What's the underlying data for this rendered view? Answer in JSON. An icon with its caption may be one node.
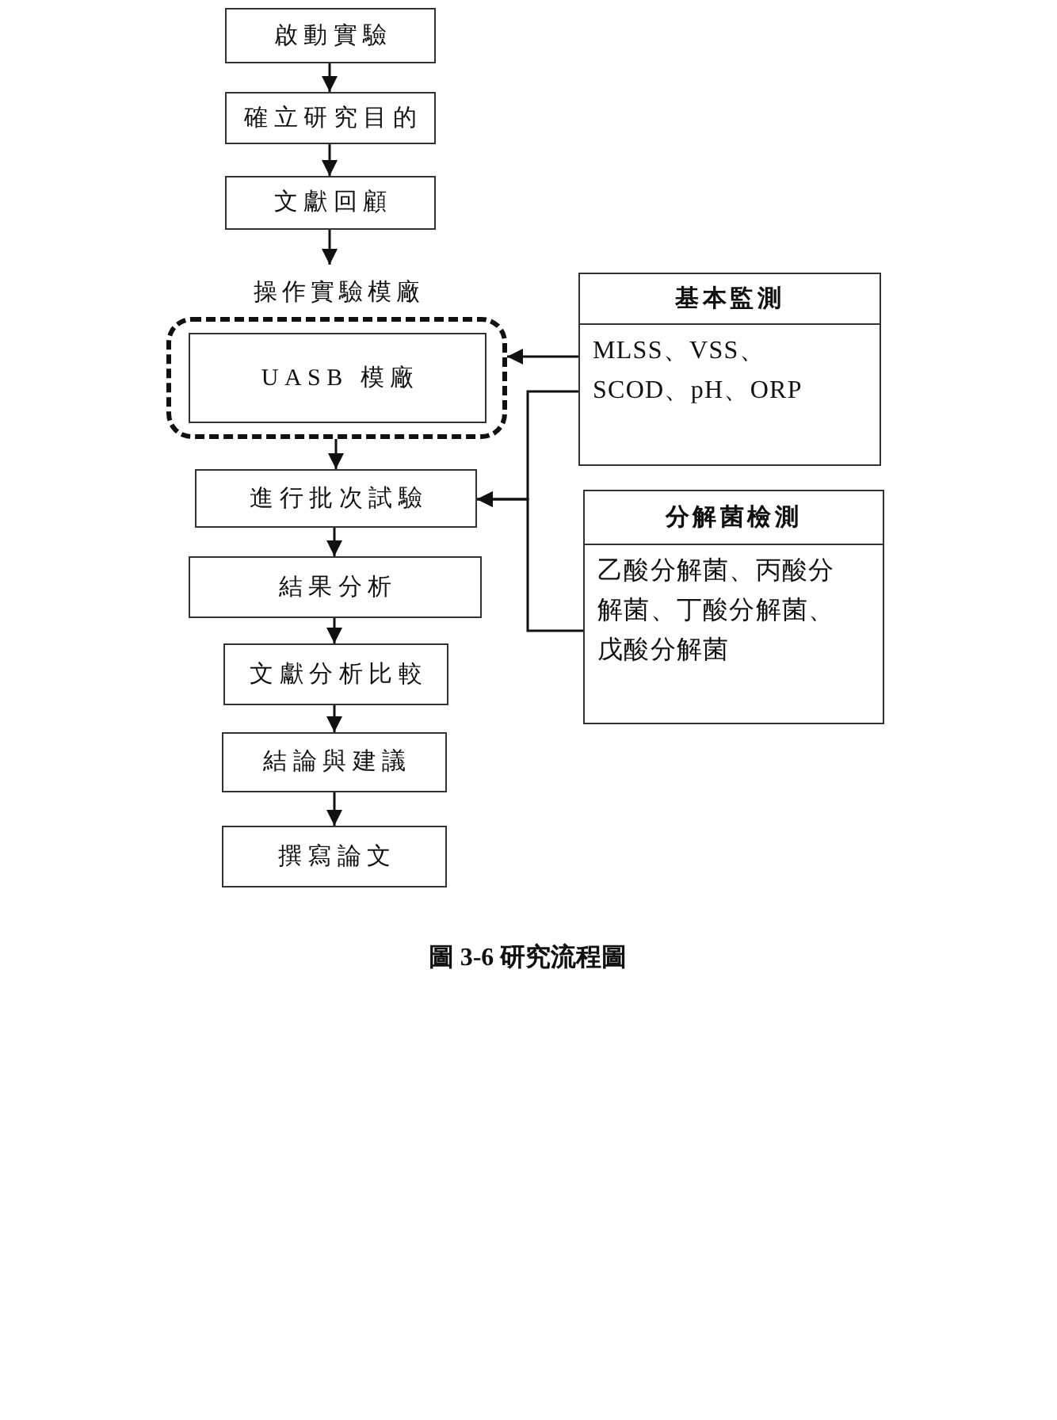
{
  "diagram": {
    "caption": "圖 3-6 研究流程圖",
    "nodes": [
      {
        "text": [
          "啟動實驗"
        ]
      },
      {
        "text": [
          "確立研究目的"
        ]
      },
      {
        "text": [
          "文獻回顧"
        ]
      },
      {
        "text": [
          "操作實驗模廠"
        ]
      },
      {
        "text": [
          "UASB 模廠"
        ],
        "in": 3
      },
      {
        "text": [
          "進行批次試驗"
        ]
      },
      {
        "text": [
          "結果分析"
        ]
      },
      {
        "text": [
          "文獻分析比較"
        ]
      },
      {
        "text": [
          "結論與建議"
        ]
      },
      {
        "text": [
          "撰寫論文"
        ]
      },
      {
        "text": [
          "基本監測",
          "MLSS、VSS、SCOD、pH、ORP"
        ]
      },
      {
        "text": [
          "分解菌檢測",
          "乙酸分解菌、丙酸分解菌、丁酸分解菌、戊酸分解菌"
        ]
      }
    ],
    "edges": [
      {
        "from": 0,
        "to": 1,
        "arrow": "to"
      },
      {
        "from": 1,
        "to": 2,
        "arrow": "to"
      },
      {
        "from": 2,
        "to": 3,
        "arrow": "to"
      },
      {
        "from": 3,
        "to": 5,
        "arrow": "to"
      },
      {
        "from": 5,
        "to": 6,
        "arrow": "to"
      },
      {
        "from": 6,
        "to": 7,
        "arrow": "to"
      },
      {
        "from": 7,
        "to": 8,
        "arrow": "to"
      },
      {
        "from": 8,
        "to": 9,
        "arrow": "to"
      },
      {
        "from": 10,
        "to": 3,
        "arrow": "to"
      },
      {
        "from": 10,
        "to": 5,
        "arrow": "to"
      },
      {
        "from": 11,
        "to": 5,
        "arrow": "to"
      }
    ]
  }
}
